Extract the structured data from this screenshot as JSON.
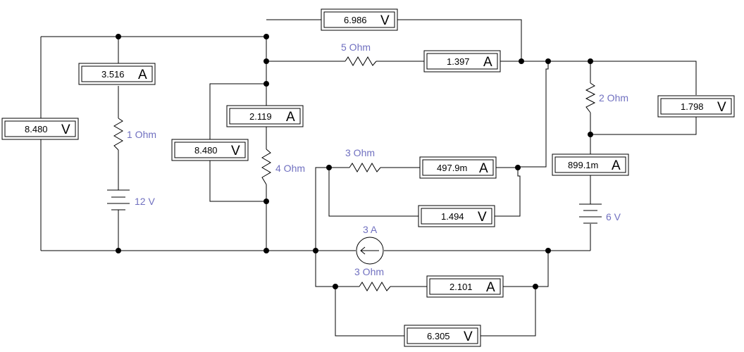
{
  "colors": {
    "wire": "#000000",
    "label": "#7070c0",
    "background": "#ffffff"
  },
  "components": {
    "r1": "1  Ohm",
    "r2": "2  Ohm",
    "r3a": "3  Ohm",
    "r3b": "3  Ohm",
    "r4": "4  Ohm",
    "r5": "5  Ohm",
    "v12": "12 V",
    "v6": "6 V",
    "is3": "3 A"
  },
  "meters": {
    "vm_top": {
      "value": "6.986",
      "unit": "V"
    },
    "am_5ohm": {
      "value": "1.397",
      "unit": "A"
    },
    "am_left": {
      "value": "3.516",
      "unit": "A"
    },
    "vm_left": {
      "value": "8.480",
      "unit": "V"
    },
    "am_4ohm": {
      "value": "2.119",
      "unit": "A"
    },
    "vm_4ohm": {
      "value": "8.480",
      "unit": "V"
    },
    "am_3ohm": {
      "value": "497.9m",
      "unit": "A"
    },
    "vm_3ohm": {
      "value": "1.494",
      "unit": "V"
    },
    "vm_2ohm": {
      "value": "1.798",
      "unit": "V"
    },
    "am_6v": {
      "value": "899.1m",
      "unit": "A"
    },
    "am_bot": {
      "value": "2.101",
      "unit": "A"
    },
    "vm_bot": {
      "value": "6.305",
      "unit": "V"
    }
  }
}
